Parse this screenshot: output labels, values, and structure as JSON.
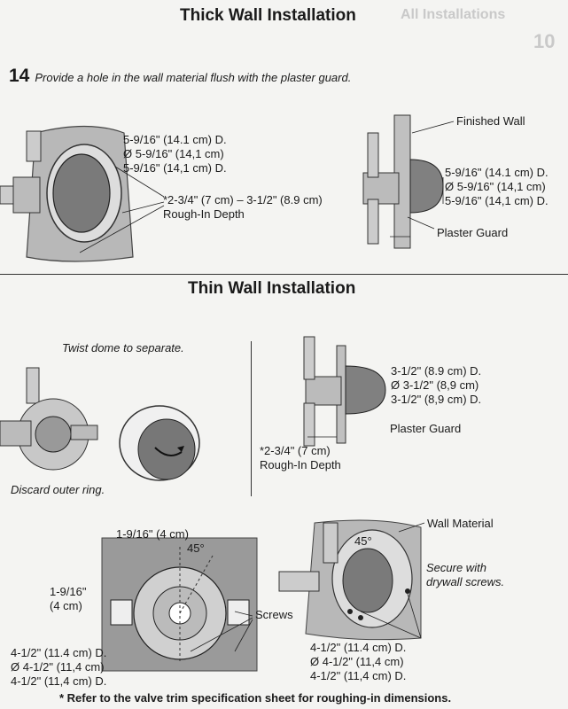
{
  "thick": {
    "title": "Thick Wall Installation",
    "step_number": "14",
    "step_text": "Provide a hole in the wall material flush with the plaster guard.",
    "left_dims": [
      "5-9/16\" (14.1 cm) D.",
      "Ø 5-9/16\" (14,1 cm)",
      "5-9/16\" (14,1 cm) D."
    ],
    "rough_in": [
      "*2-3/4\" (7 cm) – 3-1/2\" (8.9 cm)",
      "Rough-In Depth"
    ],
    "finished_wall": "Finished Wall",
    "right_dims": [
      "5-9/16\" (14.1 cm) D.",
      "Ø 5-9/16\" (14,1 cm)",
      "5-9/16\" (14,1 cm) D."
    ],
    "plaster_guard": "Plaster Guard"
  },
  "thin": {
    "title": "Thin Wall Installation",
    "twist": "Twist dome to separate.",
    "discard": "Discard outer ring.",
    "dims": [
      "3-1/2\" (8.9 cm) D.",
      "Ø 3-1/2\" (8,9 cm)",
      "3-1/2\" (8,9 cm) D."
    ],
    "plaster_guard": "Plaster Guard",
    "rough_in": [
      "*2-3/4\" (7 cm)",
      "Rough-In Depth"
    ],
    "top_dim": "1-9/16\" (4 cm)",
    "angle": "45°",
    "side_dim": [
      "1-9/16\"",
      "(4 cm)"
    ],
    "screws": "Screws",
    "bottom_left_dims": [
      "4-1/2\" (11.4 cm) D.",
      "Ø 4-1/2\" (11,4 cm)",
      "4-1/2\" (11,4 cm) D."
    ],
    "wall_material": "Wall Material",
    "secure": [
      "Secure with",
      "drywall screws."
    ],
    "angle2": "45°",
    "bottom_right_dims": [
      "4-1/2\" (11.4 cm) D.",
      "Ø 4-1/2\" (11,4 cm)",
      "4-1/2\" (11,4 cm) D."
    ]
  },
  "footnote": "* Refer to the valve trim specification sheet for roughing-in dimensions.",
  "bleed": {
    "top_right": "All Installations",
    "step_ghost": "10"
  }
}
